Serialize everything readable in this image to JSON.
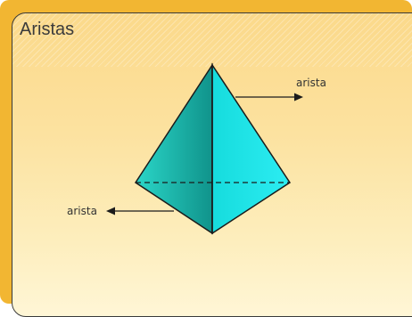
{
  "title": "Aristas",
  "labels": {
    "edge_top": "arista",
    "edge_bottom": "arista"
  },
  "colors": {
    "frame": "#f2b632",
    "face_left": "#1fb3a5",
    "face_right": "#1ee3ea"
  }
}
